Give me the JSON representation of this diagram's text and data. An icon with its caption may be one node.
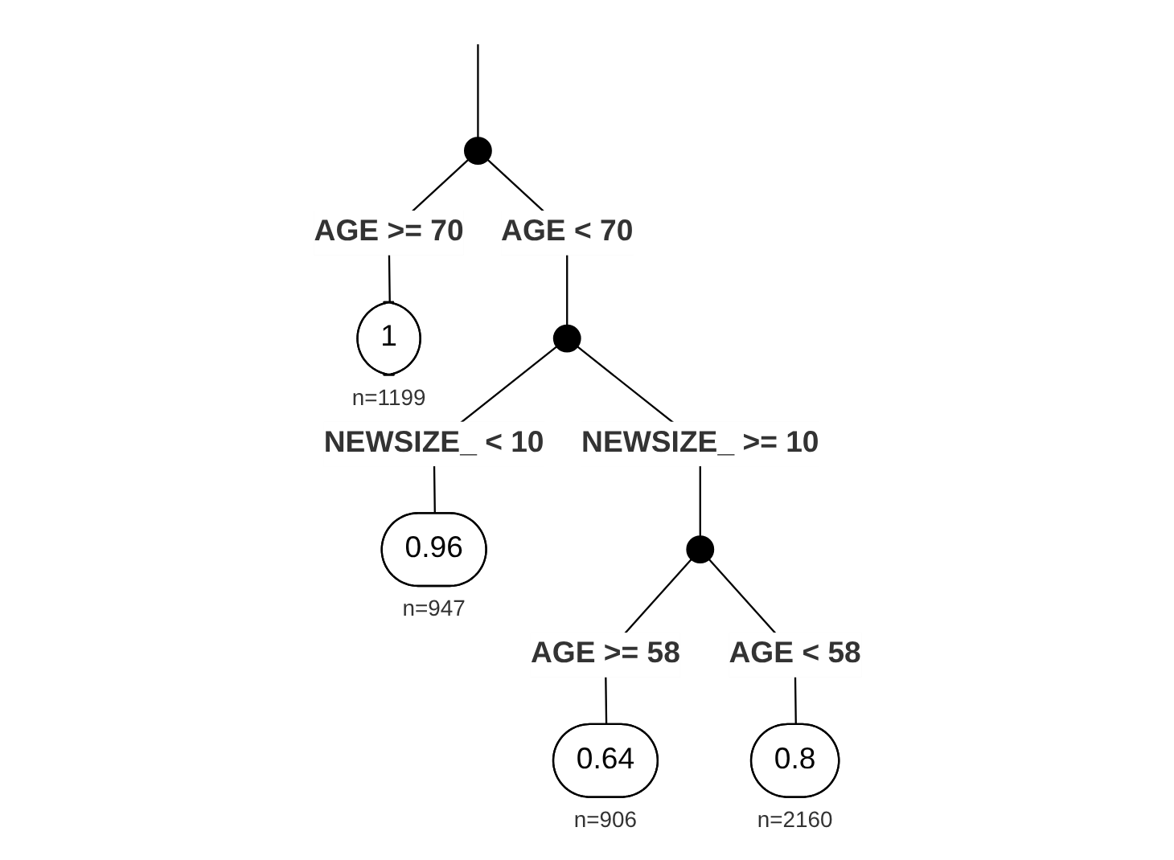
{
  "diagram": {
    "nodes": [
      {
        "text": [],
        "shape": "point"
      },
      {
        "text": [
          "1"
        ],
        "beside": [
          "n=1199"
        ]
      },
      {
        "text": [],
        "shape": "point"
      },
      {
        "text": [
          "0.96"
        ],
        "beside": [
          "n=947"
        ]
      },
      {
        "text": [],
        "shape": "point"
      },
      {
        "text": [
          "0.64"
        ],
        "beside": [
          "n=906"
        ]
      },
      {
        "text": [
          "0.8"
        ],
        "beside": [
          "n=2160"
        ]
      }
    ],
    "edges": [
      {
        "from": null,
        "to": 0,
        "arrow": "none"
      },
      {
        "from": 0,
        "to": 2,
        "label": "AGE < 70",
        "arrow": "none"
      },
      {
        "from": 0,
        "to": 1,
        "label": "AGE >= 70",
        "arrow": "none"
      },
      {
        "from": 2,
        "to": 4,
        "label": "NEWSIZE_ >= 10",
        "arrow": "none"
      },
      {
        "from": 2,
        "to": 3,
        "label": "NEWSIZE_ < 10",
        "arrow": "none"
      },
      {
        "from": 4,
        "to": 5,
        "label": "AGE >= 58",
        "arrow": "none"
      },
      {
        "from": 4,
        "to": 6,
        "label": "AGE < 58",
        "arrow": "none"
      }
    ]
  }
}
